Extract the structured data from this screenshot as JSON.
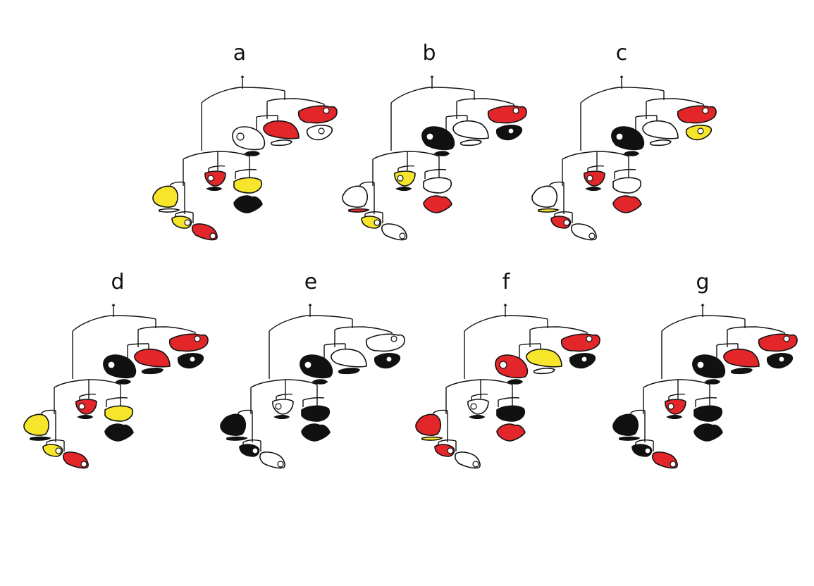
{
  "colors": {
    "red": "#e3262a",
    "yellow": "#f6e52b",
    "black": "#111111",
    "white": "#ffffff",
    "outline": "#111111"
  },
  "panels": [
    {
      "label": "a",
      "pieces": {
        "p1": "red",
        "p2": "white",
        "p3": "red",
        "p4": "white",
        "p5": "white",
        "p6": "black",
        "p7": "red",
        "p8": "black",
        "p9": "yellow",
        "p10": "black",
        "p11": "yellow",
        "p12": "white",
        "p13": "yellow",
        "p14": "red"
      }
    },
    {
      "label": "b",
      "pieces": {
        "p1": "red",
        "p2": "black",
        "p3": "white",
        "p4": "white",
        "p5": "black",
        "p6": "black",
        "p7": "yellow",
        "p8": "black",
        "p9": "white",
        "p10": "red",
        "p11": "white",
        "p12": "red",
        "p13": "yellow",
        "p14": "white"
      }
    },
    {
      "label": "c",
      "pieces": {
        "p1": "red",
        "p2": "yellow",
        "p3": "white",
        "p4": "white",
        "p5": "black",
        "p6": "black",
        "p7": "red",
        "p8": "black",
        "p9": "white",
        "p10": "red",
        "p11": "white",
        "p12": "yellow",
        "p13": "red",
        "p14": "white"
      }
    },
    {
      "label": "d",
      "pieces": {
        "p1": "red",
        "p2": "black",
        "p3": "red",
        "p4": "black",
        "p5": "black",
        "p6": "black",
        "p7": "red",
        "p8": "black",
        "p9": "yellow",
        "p10": "black",
        "p11": "yellow",
        "p12": "black",
        "p13": "yellow",
        "p14": "red"
      }
    },
    {
      "label": "e",
      "pieces": {
        "p1": "white",
        "p2": "black",
        "p3": "white",
        "p4": "black",
        "p5": "black",
        "p6": "black",
        "p7": "white",
        "p8": "black",
        "p9": "black",
        "p10": "black",
        "p11": "black",
        "p12": "black",
        "p13": "black",
        "p14": "white"
      }
    },
    {
      "label": "f",
      "pieces": {
        "p1": "red",
        "p2": "black",
        "p3": "yellow",
        "p4": "white",
        "p5": "red",
        "p6": "black",
        "p7": "white",
        "p8": "black",
        "p9": "black",
        "p10": "red",
        "p11": "red",
        "p12": "yellow",
        "p13": "red",
        "p14": "white"
      }
    },
    {
      "label": "g",
      "pieces": {
        "p1": "red",
        "p2": "black",
        "p3": "red",
        "p4": "black",
        "p5": "black",
        "p6": "black",
        "p7": "red",
        "p8": "black",
        "p9": "black",
        "p10": "black",
        "p11": "black",
        "p12": "black",
        "p13": "black",
        "p14": "red"
      }
    }
  ]
}
